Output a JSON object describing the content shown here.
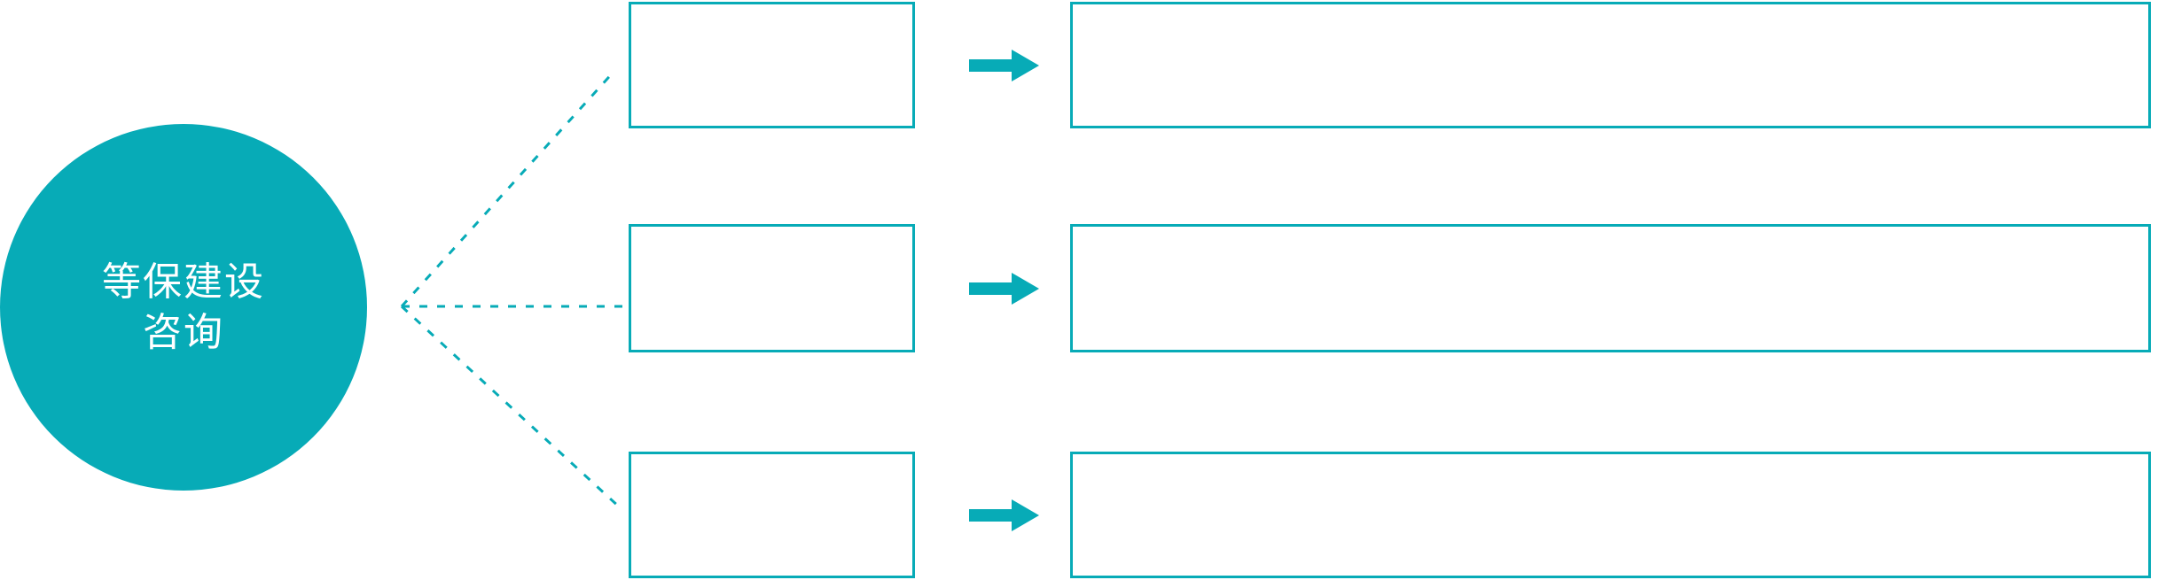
{
  "theme": {
    "accent": "#07abb7",
    "background": "#ffffff",
    "hub_text_color": "#ffffff"
  },
  "hub": {
    "name": "等保建设咨询",
    "lines": [
      "等保建设",
      "咨询"
    ]
  },
  "connectors": {
    "style": "dotted",
    "color": "#07abb7",
    "origin_label": "等保建设咨询",
    "branch_count": 3
  },
  "rows": [
    {
      "id": "row-1",
      "stage_label": "",
      "detail_label": "",
      "arrow_icon": "arrow-right-icon"
    },
    {
      "id": "row-2",
      "stage_label": "",
      "detail_label": "",
      "arrow_icon": "arrow-right-icon"
    },
    {
      "id": "row-3",
      "stage_label": "",
      "detail_label": "",
      "arrow_icon": "arrow-right-icon"
    }
  ]
}
